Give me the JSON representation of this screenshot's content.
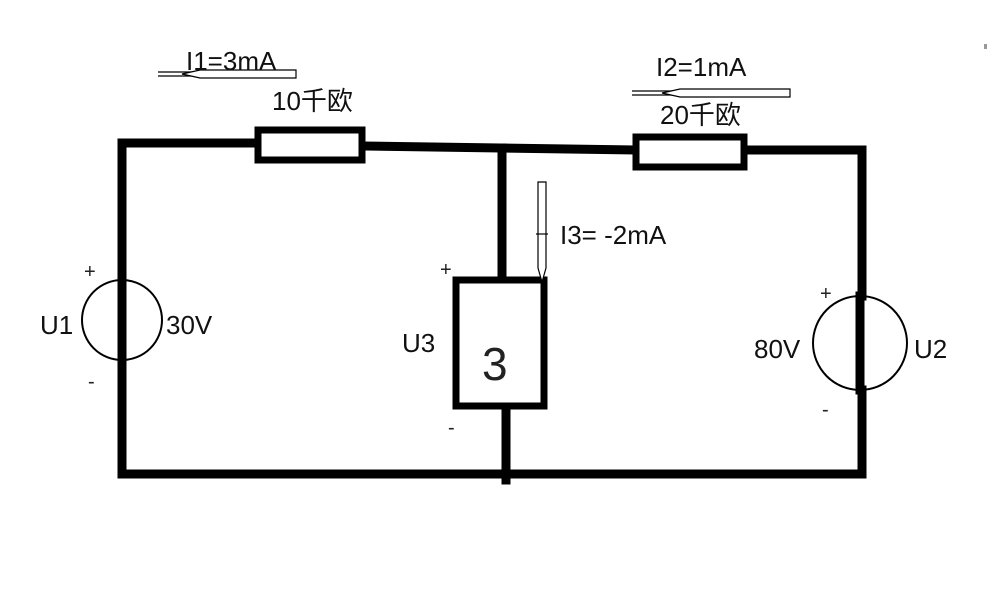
{
  "labels": {
    "i1": "I1=3mA",
    "r1": "10千欧",
    "i2": "I2=1mA",
    "r2": "20千欧",
    "i3": "I3= -2mA",
    "u1_name": "U1",
    "u1_value": "30V",
    "u2_name": "U2",
    "u2_value": "80V",
    "u3_name": "U3",
    "u3_box_value": "3",
    "plus": "+",
    "minus": "-"
  }
}
